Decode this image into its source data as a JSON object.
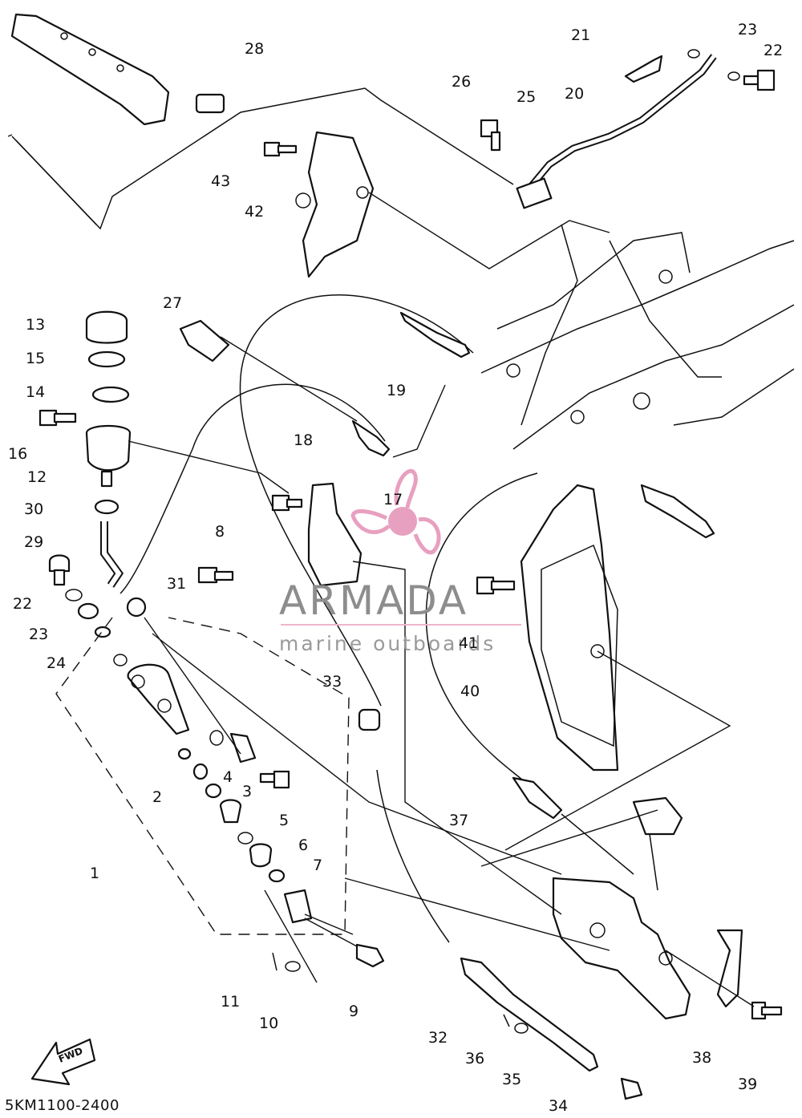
{
  "diagram": {
    "code": "5KM1100-2400",
    "fwd_label": "FWD",
    "callouts": [
      "1",
      "2",
      "3",
      "4",
      "5",
      "6",
      "7",
      "9",
      "10",
      "11",
      "8",
      "12",
      "13",
      "14",
      "15",
      "16",
      "17",
      "18",
      "19",
      "20",
      "21",
      "22",
      "22",
      "23",
      "23",
      "24",
      "25",
      "26",
      "27",
      "28",
      "29",
      "30",
      "31",
      "32",
      "33",
      "34",
      "35",
      "36",
      "37",
      "38",
      "39",
      "40",
      "41",
      "42",
      "43"
    ]
  },
  "watermark": {
    "brand": "ARMADA",
    "subtitle": "marine outboards",
    "logo_color": "#e8a0c0"
  }
}
